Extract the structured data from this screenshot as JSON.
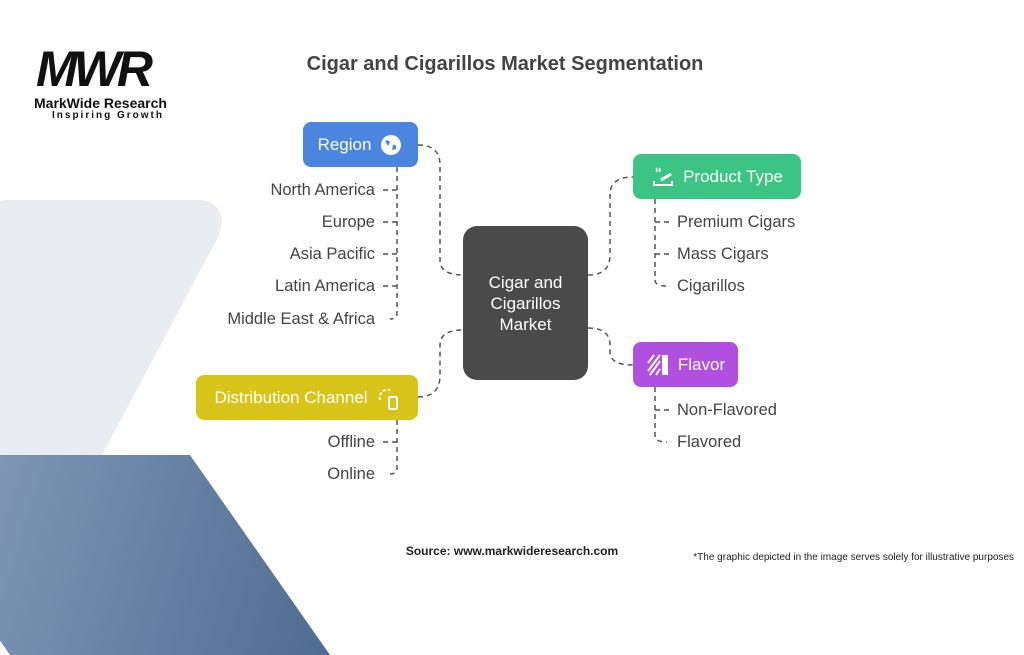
{
  "logo": {
    "mark": "MWR",
    "name": "MarkWide Research",
    "tagline": "Inspiring Growth"
  },
  "title": "Cigar and Cigarillos Market Segmentation",
  "center": "Cigar and Cigarillos Market",
  "segments": {
    "region": {
      "label": "Region",
      "icon": "globe-icon",
      "color": "#4a86e0",
      "items": [
        "North America",
        "Europe",
        "Asia Pacific",
        "Latin America",
        "Middle East & Africa"
      ]
    },
    "distribution": {
      "label": "Distribution Channel",
      "icon": "channel-icon",
      "color": "#d9c41a",
      "items": [
        "Offline",
        "Online"
      ]
    },
    "product_type": {
      "label": "Product Type",
      "icon": "cigar-ashtray-icon",
      "color": "#3cc485",
      "items": [
        "Premium Cigars",
        "Mass Cigars",
        "Cigarillos"
      ]
    },
    "flavor": {
      "label": "Flavor",
      "icon": "flavor-stripes-icon",
      "color": "#b04fe0",
      "items": [
        "Non-Flavored",
        "Flavored"
      ]
    }
  },
  "source": "Source: www.markwideresearch.com",
  "footnote": "*The graphic depicted in the image serves solely for illustrative purposes"
}
